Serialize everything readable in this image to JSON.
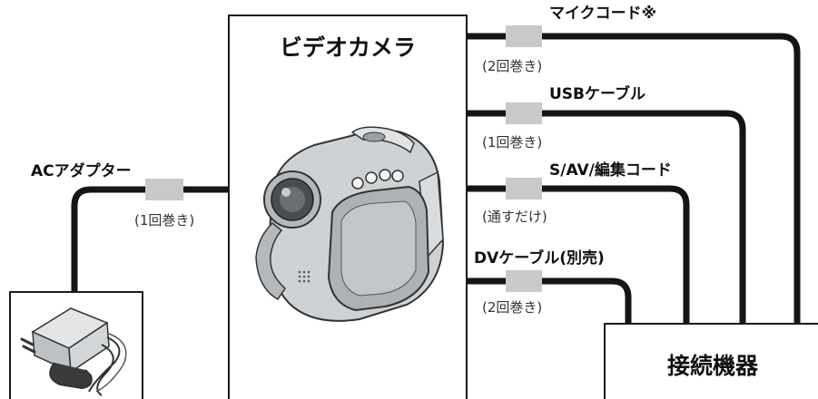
{
  "camera": {
    "title": "ビデオカメラ",
    "icon": "camcorder-icon"
  },
  "device": {
    "title": "接続機器"
  },
  "adapter": {
    "label": "ACアダプター",
    "note": "(1回巻き)",
    "icon": "ac-adapter-icon"
  },
  "cables": [
    {
      "label": "マイクコード※",
      "note": "(2回巻き)"
    },
    {
      "label": "USBケーブル",
      "note": "(1回巻き)"
    },
    {
      "label": "S/AV/編集コード",
      "note": "(通すだけ)"
    },
    {
      "label": "DVケーブル(別売)",
      "note": "(2回巻き)"
    }
  ],
  "colors": {
    "wire": "#151515",
    "ferrite_core": "#c9c9c9",
    "box_border": "#1a1a1a"
  }
}
